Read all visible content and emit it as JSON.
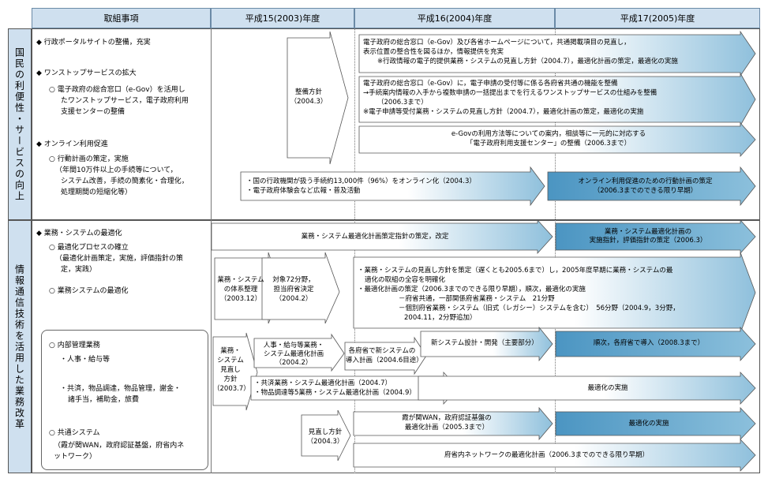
{
  "headers": {
    "items": "取組事項",
    "y2003": "平成15(2003)年度",
    "y2004": "平成16(2004)年度",
    "y2005": "平成17(2005)年度"
  },
  "categories": {
    "c1": "国民の利便性・サービスの向上",
    "c2": "情報通信技術を活用した業務改革"
  },
  "left1": [
    "◆ 行政ポータルサイトの整備，充実",
    "◆ ワンストップサービスの拡大",
    "○ 電子政府の総合窓口（e-Gov）を活用し",
    "たワンストップサービス，電子政府利用",
    "支援センターの整備",
    "◆ オンライン利用促進",
    "○ 行動計画の策定，実施",
    "（年間10万件以上の手続等について，",
    "システム改善，手続の簡素化・合理化，",
    "処理期間の短縮化等）"
  ],
  "left2": [
    "◆ 業務・システムの最適化",
    "○ 最適化プロセスの確立",
    "（最適化計画策定，実施，評価指針の策",
    "定，実践）",
    "○ 業務システムの最適化",
    "○ 内部管理業務",
    "・人事・給与等",
    "・共済，物品調達，物品管理，謝金・",
    "諸手当，補助金，旅費",
    "○ 共通システム",
    "（霞が関WAN，政府認証基盤，府省内ネ",
    "ットワーク）"
  ],
  "arrows": {
    "a1": [
      "電子政府の総合窓口（e-Gov）及び各省ホームページについて，共通掲載項目の見直し，",
      "表示位置の整合性を図るほか，情報提供を充実",
      "※行政情報の電子的提供業務・システムの見直し方針（2004.7），最適化計画の策定，最適化の実施"
    ],
    "a0": [
      "整備方針",
      "（2004.3）"
    ],
    "a2": [
      "電子政府の総合窓口（e-Gov）に，電子申請の受付等に係る各府省共通の機能を整備",
      "→手続案内情報の入手から複数申請の一括提出までを行えるワンストップサービスの仕組みを整備",
      "（2006.3まで）",
      "※電子申請等受付業務・システムの見直し方針（2004.7），最適化計画の策定，最適化の実施"
    ],
    "a3": [
      "e-Govの利用方法等についての案内，相談等に一元的に対応する",
      "「電子政府利用支援センター」の整備（2006.3まで）"
    ],
    "a4": [
      "・国の行政機関が扱う手続約13,000件（96%）をオンライン化（2004.3）",
      "・電子政府体験会など広報・普及活動"
    ],
    "a5": [
      "オンライン利用促進のための行動計画の策定",
      "（2006.3までのできる限り早期）"
    ],
    "b1": "業務・システム最適化計画策定指針の策定，改定",
    "b2": [
      "業務・システム最適化計画の",
      "実施指針，評価指針の策定（2006.3）"
    ],
    "b3": [
      "業務・システム",
      "の体系整理",
      "（2003.12）"
    ],
    "b4": [
      "対象72分野，",
      "担当府省決定",
      "（2004.2）"
    ],
    "b5": [
      "・業務・システムの見直し方針を策定（遅くとも2005.6まで）し，2005年度早期に業務・システムの最",
      "適化の取組の全容を明確化",
      "・最適化計画の策定（2006.3までのできる限り早期），順次，最適化の実施",
      "－府省共通，一部関係府省業務・システム　21分野",
      "－個別府省業務・システム（旧式（レガシー）システムを含む）　56分野（2004.9，3分野，",
      "2004.11，2分野追加）"
    ],
    "b6": [
      "業務・",
      "システム",
      "見直し",
      "方針",
      "（2003.7）"
    ],
    "b7": [
      "人事・給与等業務・",
      "システム最適化計画",
      "（2004.2）"
    ],
    "b8": [
      "各府省で新システムの",
      "導入計画（2004.6目途）"
    ],
    "b9": "新システム設計・開発（主要部分）",
    "b10": "順次，各府省で導入（2008.3まで）",
    "b11": [
      "・共済業務・システム最適化計画（2004.7）",
      "・物品調達等5業務・システム最適化計画（2004.9）"
    ],
    "b12": "最適化の実施",
    "b13": [
      "見直し方針",
      "（2004.3）"
    ],
    "b14": [
      "霞が関WAN，政府認証基盤の",
      "最適化計画（2005.3まで）"
    ],
    "b15": "最適化の実施",
    "b16": "府省内ネットワークの最適化計画（2006.3までのできる限り早期）"
  },
  "colors": {
    "header": "#cfe0ef",
    "arrow_light": "#ffffff",
    "arrow_blue": "#5aa0c8",
    "border": "#555555"
  }
}
